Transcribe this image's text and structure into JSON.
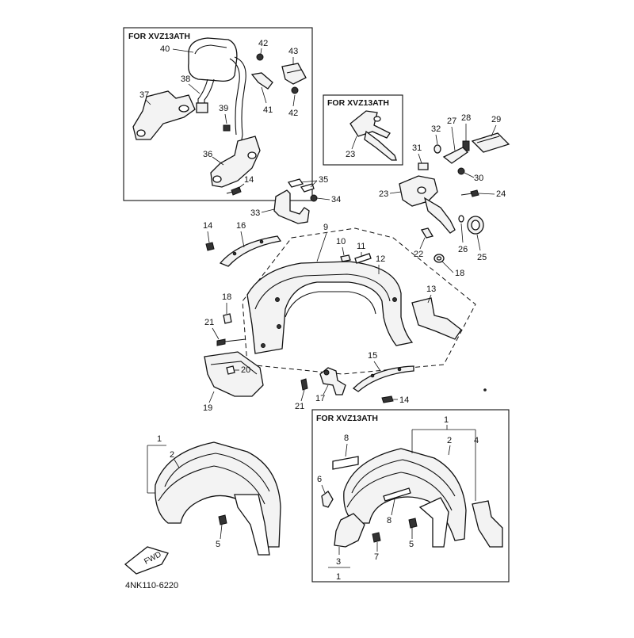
{
  "panels": {
    "top_left_title": "FOR XVZ13ATH",
    "top_mid_title": "FOR XVZ13ATH",
    "bottom_right_title": "FOR XVZ13ATH"
  },
  "labels": {
    "p1": "1",
    "p2": "2",
    "p3": "3",
    "p4": "4",
    "p5": "5",
    "p6": "6",
    "p7": "7",
    "p8": "8",
    "p9": "9",
    "p10": "10",
    "p11": "11",
    "p12": "12",
    "p13": "13",
    "p14": "14",
    "p15": "15",
    "p16": "16",
    "p17": "17",
    "p18": "18",
    "p19": "19",
    "p20": "20",
    "p21": "21",
    "p22": "22",
    "p23": "23",
    "p24": "24",
    "p25": "25",
    "p26": "26",
    "p27": "27",
    "p28": "28",
    "p29": "29",
    "p30": "30",
    "p31": "31",
    "p32": "32",
    "p33": "33",
    "p34": "34",
    "p35": "35",
    "p36": "36",
    "p37": "37",
    "p38": "38",
    "p39": "39",
    "p40": "40",
    "p41": "41",
    "p42": "42",
    "p43": "43"
  },
  "fwd_label": "FWD",
  "reference_code": "4NK110-6220"
}
